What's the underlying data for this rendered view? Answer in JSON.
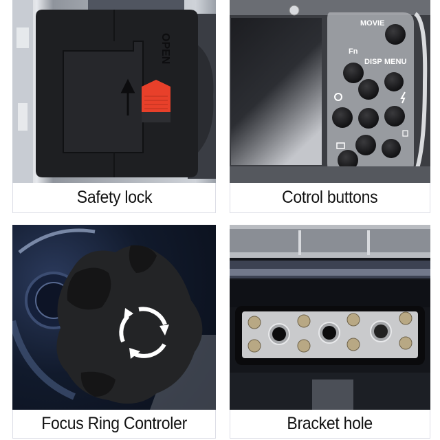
{
  "panels": [
    {
      "id": "safety-lock",
      "caption": "Safety lock",
      "photo": {
        "engraved_text": "OPEN",
        "latch_color": "#e8402a",
        "body_color": "#1c1c1e"
      }
    },
    {
      "id": "control-buttons",
      "caption": "Cotrol buttons",
      "photo": {
        "labels": {
          "movie": "MOVIE",
          "fn": "Fn",
          "disp": "DISP",
          "menu": "MENU"
        }
      }
    },
    {
      "id": "focus-ring-controller",
      "caption": "Focus Ring Controler",
      "photo": {
        "icon": "rotate-arrows-icon"
      }
    },
    {
      "id": "bracket-hole",
      "caption": "Bracket hole",
      "photo": {
        "holes": 3,
        "screws": 8,
        "plate_color": "#c9cacc"
      }
    }
  ]
}
